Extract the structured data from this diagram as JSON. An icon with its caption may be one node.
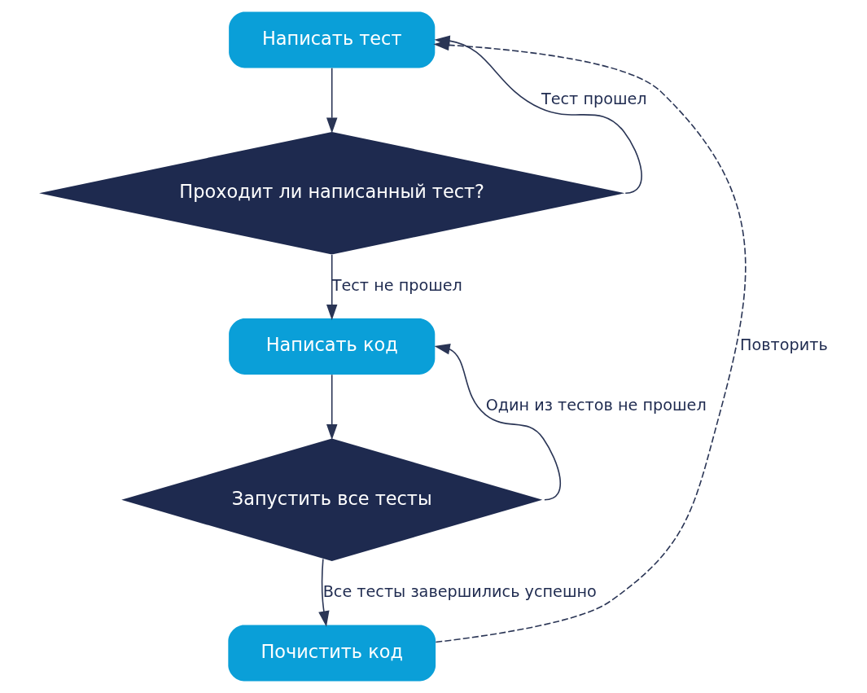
{
  "diagram": {
    "nodes": [
      {
        "text": [
          "Написать тест"
        ]
      },
      {
        "text": [
          "Проходит ли написанный тест?"
        ]
      },
      {
        "text": [
          "Написать код"
        ]
      },
      {
        "text": [
          "Запустить все тесты"
        ]
      },
      {
        "text": [
          "Почистить код"
        ]
      }
    ],
    "edges": [
      {
        "from": 0,
        "to": 1,
        "arrow": "to"
      },
      {
        "from": 1,
        "to": 0,
        "arrow": "to",
        "label": "Тест прошел"
      },
      {
        "from": 1,
        "to": 2,
        "arrow": "to",
        "label": "Тест не прошел"
      },
      {
        "from": 2,
        "to": 3,
        "arrow": "to"
      },
      {
        "from": 3,
        "to": 2,
        "arrow": "to",
        "label": "Один из тестов не прошел"
      },
      {
        "from": 3,
        "to": 4,
        "arrow": "to",
        "label": "Все тесты завершились успешно"
      },
      {
        "from": 4,
        "to": 0,
        "arrow": "to",
        "label": "Повторить",
        "style": "dashed"
      }
    ]
  }
}
